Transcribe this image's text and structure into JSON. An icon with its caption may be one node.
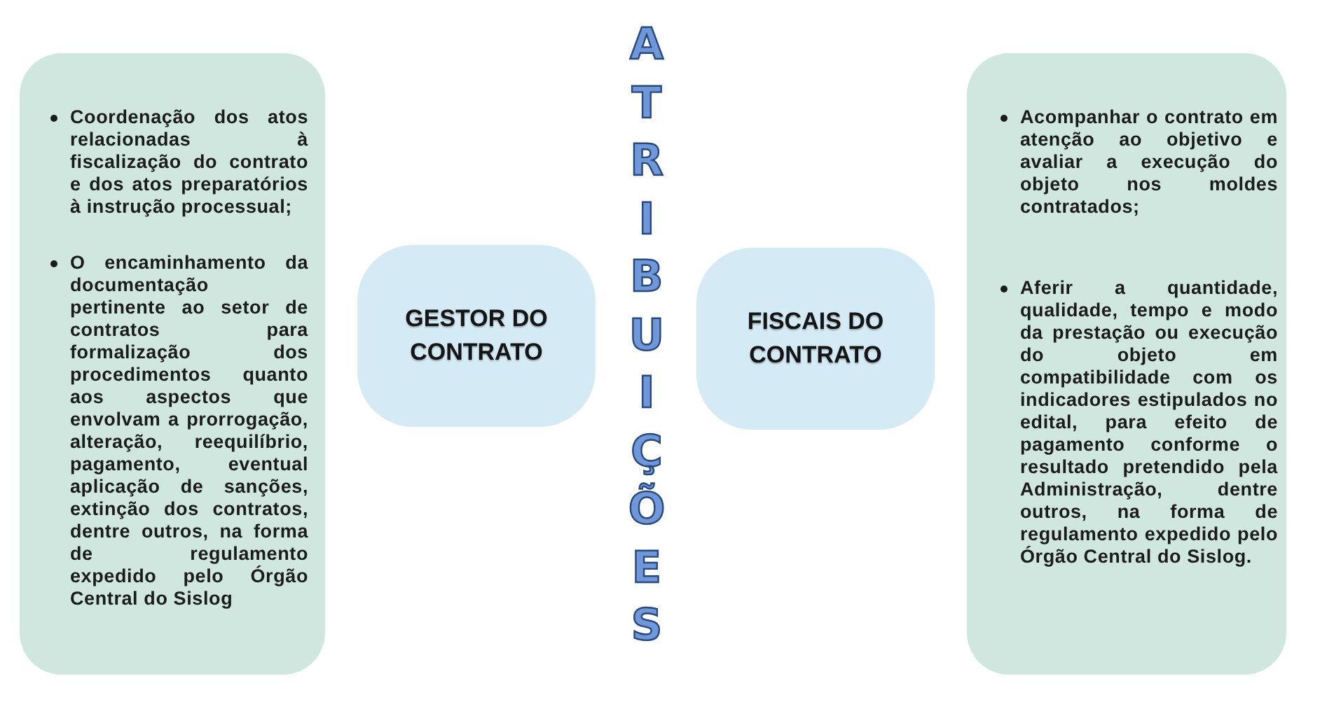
{
  "diagram": {
    "title": "ATRIBUIÇÕES",
    "nodes": [
      {
        "text": [
          "Coordenação dos atos relacionadas à fiscalização do contrato e dos atos preparatórios à instrução processual;",
          "O encaminhamento da documentação pertinente ao setor de contratos para formalização dos procedimentos quanto aos aspectos que envolvam a prorrogação, alteração, reequilíbrio, pagamento, eventual aplicação de sanções, extinção dos contratos, dentre outros, na forma de regulamento expedido pelo Órgão Central do Sislog"
        ]
      },
      {
        "text": [
          "GESTOR DO CONTRATO"
        ]
      },
      {
        "text": [
          "FISCAIS DO CONTRATO"
        ]
      },
      {
        "text": [
          "Acompanhar o contrato em atenção ao objetivo e avaliar a execução do objeto nos moldes contratados;",
          "Aferir a quantidade, qualidade, tempo e modo da prestação ou execução do objeto em compatibilidade com os indicadores estipulados no edital, para efeito de pagamento conforme o resultado pretendido pela Administração, dentre outros, na forma de regulamento expedido pelo Órgão Central do Sislog."
        ]
      }
    ]
  }
}
